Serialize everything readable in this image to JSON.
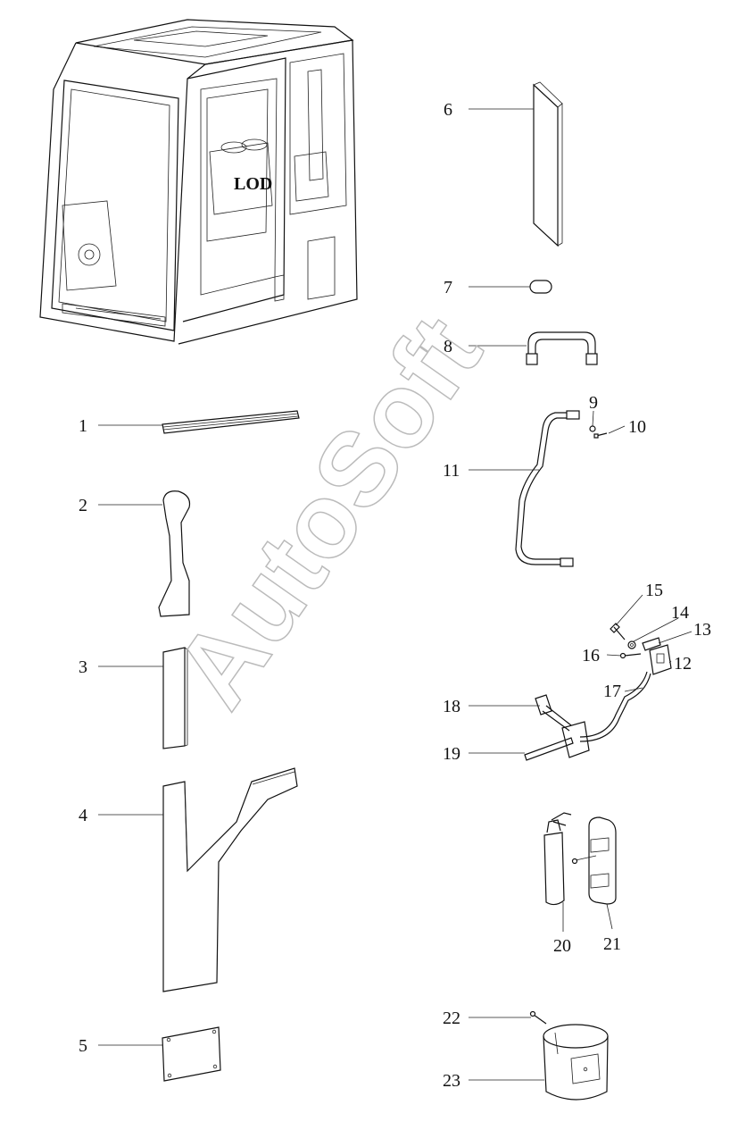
{
  "watermark": "AutoSoft",
  "callouts": [
    "1",
    "2",
    "3",
    "4",
    "5",
    "6",
    "7",
    "8",
    "9",
    "10",
    "11",
    "12",
    "13",
    "14",
    "15",
    "16",
    "17",
    "18",
    "19",
    "20",
    "21",
    "22",
    "23"
  ],
  "cab_badge": "LOD"
}
